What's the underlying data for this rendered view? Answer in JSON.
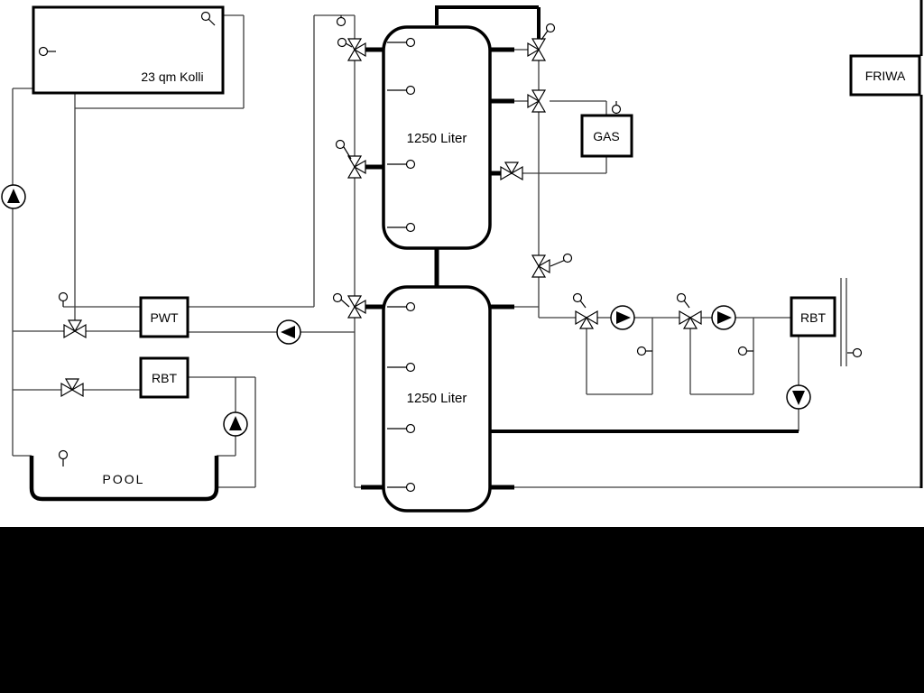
{
  "page": {
    "background": "#ffffff",
    "footer_color": "#000000",
    "ink": "#000000",
    "pipe_color": "#3c3c3c"
  },
  "labels": {
    "collector": "23 qm Kolli",
    "buffer_tank_top": "1250 Liter",
    "buffer_tank_bottom": "1250 Liter",
    "gas_boiler": "GAS",
    "friwa_station": "FRIWA",
    "heat_exchanger_pwt": "PWT",
    "heat_exchanger_rbt_left": "RBT",
    "heat_exchanger_rbt_right": "RBT",
    "pool": "POOL"
  }
}
